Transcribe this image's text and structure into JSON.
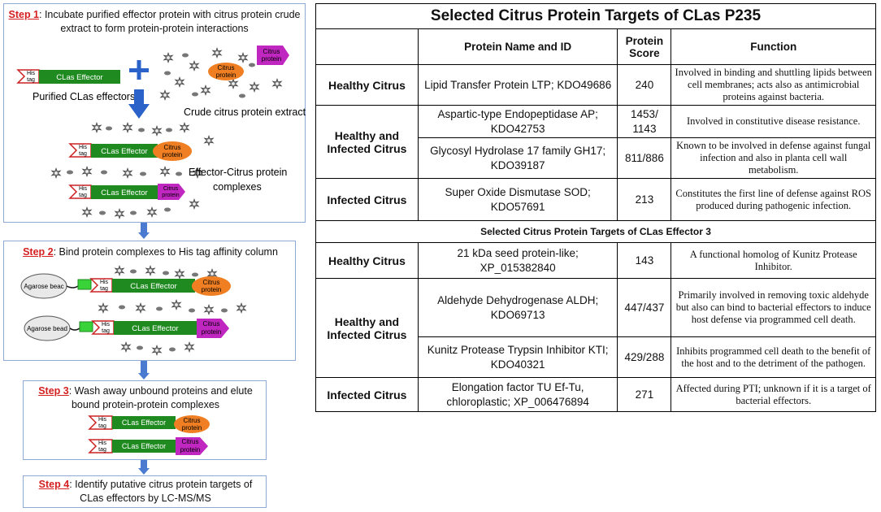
{
  "steps": {
    "step1": {
      "label": "Step 1",
      "text": ": Incubate purified effector protein with citrus protein crude extract to form protein-protein interactions"
    },
    "step2": {
      "label": "Step 2",
      "text": ": Bind protein complexes to His tag affinity column"
    },
    "step3": {
      "label": "Step 3",
      "text": ": Wash away unbound proteins and elute bound protein-protein complexes"
    },
    "step4": {
      "label": "Step 4",
      "text": ": Identify putative citrus protein targets of CLas effectors by LC-MS/MS"
    }
  },
  "diagram": {
    "his_tag": "His tag",
    "his": "His",
    "tag": "tag",
    "effector": "CLas Effector",
    "citrus": "Citrus",
    "protein": "protein",
    "citrus_protein": "Citrus protein",
    "purified_label": "Purified CLas effectors",
    "crude_label": "Crude citrus protein extract",
    "complex_label_1": "Effector-Citrus protein",
    "complex_label_2": "complexes",
    "agarose_1": "Agarose beac",
    "agarose_2": "Agarose bead",
    "plus": "+"
  },
  "colors": {
    "effector_green": "#1f8a1f",
    "citrus_orange": "#ef7f22",
    "citrus_magenta": "#c026c0",
    "arrow_blue": "#4a7bd0",
    "step_red": "#d42020",
    "tag_red": "#cc2222"
  },
  "table": {
    "title": "Selected Citrus Protein Targets of CLas P235",
    "header": {
      "name": "Protein Name and ID",
      "score": "Protein Score",
      "function": "Function"
    },
    "section1": [
      {
        "category": "Healthy Citrus",
        "name": "Lipid Transfer Protein LTP; KDO49686",
        "score": "240",
        "function": "Involved in binding and shuttling lipids between cell membranes; acts also as antimicrobial proteins against bacteria."
      },
      {
        "category": "Healthy and Infected Citrus",
        "name": "Aspartic-type Endopeptidase AP; KDO42753",
        "score": "1453/ 1143",
        "function": "Involved in constitutive disease resistance."
      },
      {
        "category": "",
        "name": "Glycosyl Hydrolase 17 family GH17; KDO39187",
        "score": "811/886",
        "function": "Known to be involved in defense against fungal infection and also in planta cell wall metabolism."
      },
      {
        "category": "Infected Citrus",
        "name": "Super Oxide Dismutase SOD; KDO57691",
        "score": "213",
        "function": "Constitutes the first line of defense against ROS produced during pathogenic infection."
      }
    ],
    "subtitle": "Selected Citrus Protein Targets of CLas Effector 3",
    "section2": [
      {
        "category": "Healthy Citrus",
        "name": "21 kDa seed protein-like; XP_015382840",
        "score": "143",
        "function": "A functional homolog of Kunitz Protease Inhibitor."
      },
      {
        "category": "Healthy and Infected Citrus",
        "name": "Aldehyde Dehydrogenase ALDH; KDO69713",
        "score": "447/437",
        "function": "Primarily involved in removing toxic aldehyde but also can bind to bacterial effectors to induce host defense via programmed cell death."
      },
      {
        "category": "",
        "name": "Kunitz Protease Trypsin Inhibitor KTI; KDO40321",
        "score": "429/288",
        "function": "Inhibits programmed cell death to the benefit of the host and to the detriment of the pathogen."
      },
      {
        "category": "Infected Citrus",
        "name": "Elongation factor TU Ef-Tu, chloroplastic; XP_006476894",
        "score": "271",
        "function": "Affected during PTI; unknown if it is a target of bacterial effectors."
      }
    ]
  }
}
